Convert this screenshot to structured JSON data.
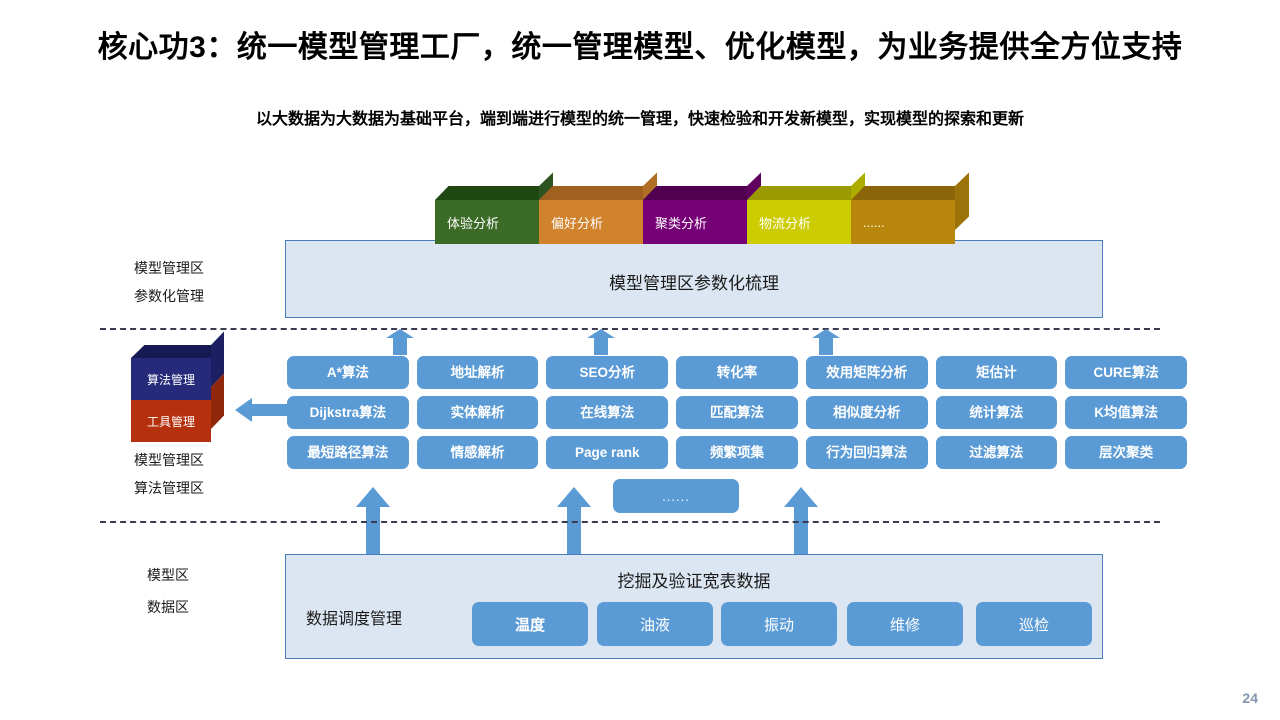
{
  "slide": {
    "title": "核心功3：统一模型管理工厂，统一管理模型、优化模型，为业务提供全方位支持",
    "subtitle": "以大数据为大数据为基础平台，端到端进行模型的统一管理，快速检验和开发新模型，实现模型的探索和更新",
    "page_number": "24"
  },
  "analysis_boxes": [
    {
      "label": "体验分析",
      "front": "#3B6B26",
      "top": "#1F4711",
      "side": "#2E5520"
    },
    {
      "label": "偏好分析",
      "front": "#D1822C",
      "top": "#A06120",
      "side": "#B06D24"
    },
    {
      "label": "聚类分析",
      "front": "#760076",
      "top": "#510051",
      "side": "#5F005F"
    },
    {
      "label": "物流分析",
      "front": "#CCCC00",
      "top": "#9A9A00",
      "side": "#ADAD00"
    },
    {
      "label": "......",
      "front": "#B8860B",
      "top": "#8B6508",
      "side": "#9C720A"
    }
  ],
  "zones": {
    "model_mgmt": {
      "line1": "模型管理区",
      "line2": "参数化管理"
    },
    "algo_mgmt": {
      "line1": "模型管理区",
      "line2": "算法管理区"
    },
    "data_zone": {
      "line1": "模型区",
      "line2": "数据区"
    }
  },
  "model_panel": {
    "title": "模型管理区参数化梳理"
  },
  "mgmt_cubes": [
    {
      "label": "算法管理",
      "front": "#252A7A",
      "top": "#161A52",
      "side": "#1C2062"
    },
    {
      "label": "工具管理",
      "front": "#B5300C",
      "top": "#7E2108",
      "side": "#90260A"
    }
  ],
  "algorithms": {
    "columns": 7,
    "rows": [
      [
        "A*算法",
        "地址解析",
        "SEO分析",
        "转化率",
        "效用矩阵分析",
        "矩估计",
        "CURE算法"
      ],
      [
        "Dijkstra算法",
        "实体解析",
        "在线算法",
        "匹配算法",
        "相似度分析",
        "统计算法",
        "K均值算法"
      ],
      [
        "最短路径算法",
        "情感解析",
        "Page rank",
        "频繁项集",
        "行为回归算法",
        "过滤算法",
        "层次聚类"
      ]
    ],
    "more_label": "......"
  },
  "data_panel": {
    "title": "挖掘及验证宽表数据",
    "scheduler_label": "数据调度管理",
    "pills": [
      "温度",
      "油液",
      "振动",
      "维修",
      "巡检"
    ]
  },
  "colors": {
    "accent_blue": "#5B9BD5",
    "panel_fill": "#DCE6F2",
    "panel_border": "#4A7EBB",
    "page_number": "#8496B0"
  }
}
